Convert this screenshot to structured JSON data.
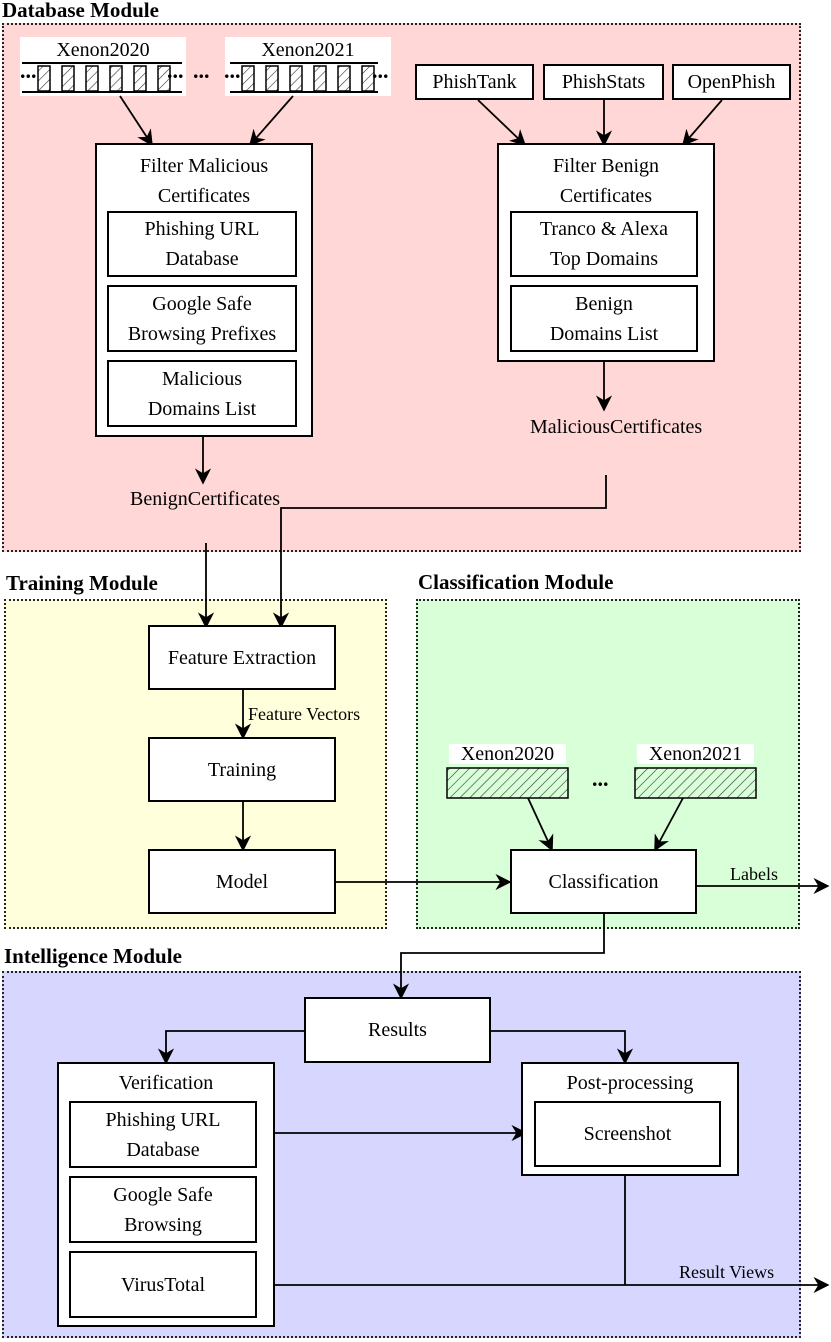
{
  "modules": {
    "database": {
      "title": "Database Module",
      "color": "#ffd7d7"
    },
    "training": {
      "title": "Training Module",
      "color": "#ffffdc"
    },
    "classification": {
      "title": "Classification Module",
      "color": "#d8ffd8"
    },
    "intelligence": {
      "title": "Intelligence Module",
      "color": "#d6d6ff"
    }
  },
  "database": {
    "tape_left": "Xenon2020",
    "tape_right": "Xenon2021",
    "tape_ellipsis": "...",
    "sources": [
      "PhishTank",
      "PhishStats",
      "OpenPhish"
    ],
    "filter_malicious": {
      "title": [
        "Filter Malicious",
        "Certificates"
      ],
      "items": [
        [
          "Phishing URL",
          "Database"
        ],
        [
          "Google Safe",
          "Browsing Prefixes"
        ],
        [
          "Malicious",
          "Domains List"
        ]
      ]
    },
    "filter_benign": {
      "title": [
        "Filter Benign",
        "Certificates"
      ],
      "items": [
        [
          "Tranco & Alexa",
          "Top Domains"
        ],
        [
          "Benign",
          "Domains List"
        ]
      ]
    },
    "benign_out": [
      "Benign",
      "Certificates"
    ],
    "malicious_out": [
      "Malicious",
      "Certificates"
    ]
  },
  "training": {
    "feature_extraction": "Feature Extraction",
    "feature_vectors": "Feature Vectors",
    "training": "Training",
    "model": "Model"
  },
  "classification": {
    "tape_left": "Xenon2020",
    "tape_right": "Xenon2021",
    "ellipsis": "...",
    "classification": "Classification",
    "labels": "Labels"
  },
  "intelligence": {
    "results": "Results",
    "verification": "Verification",
    "verification_items": [
      [
        "Phishing URL",
        "Database"
      ],
      [
        "Google Safe",
        "Browsing"
      ],
      [
        "VirusTotal"
      ]
    ],
    "post_processing": "Post-processing",
    "screenshot": "Screenshot",
    "result_views": "Result Views"
  }
}
